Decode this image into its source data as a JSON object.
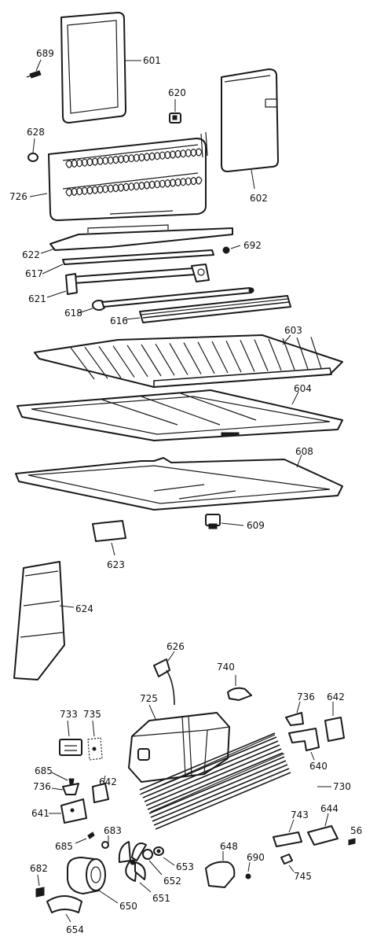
{
  "callouts": {
    "c601": "601",
    "c602": "602",
    "c603": "603",
    "c604": "604",
    "c608": "608",
    "c609": "609",
    "c616": "616",
    "c617": "617",
    "c618": "618",
    "c620": "620",
    "c621": "621",
    "c622": "622",
    "c623": "623",
    "c624": "624",
    "c626": "626",
    "c628": "628",
    "c640": "640",
    "c641": "641",
    "c642a": "642",
    "c642b": "642",
    "c644": "644",
    "c648": "648",
    "c650": "650",
    "c651": "651",
    "c652": "652",
    "c653": "653",
    "c654": "654",
    "c682": "682",
    "c683": "683",
    "c685a": "685",
    "c685b": "685",
    "c689": "689",
    "c690": "690",
    "c692": "692",
    "c725": "725",
    "c726": "726",
    "c730": "730",
    "c733": "733",
    "c735": "735",
    "c736a": "736",
    "c736b": "736",
    "c740": "740",
    "c743": "743",
    "c745": "745",
    "c56": "56"
  }
}
